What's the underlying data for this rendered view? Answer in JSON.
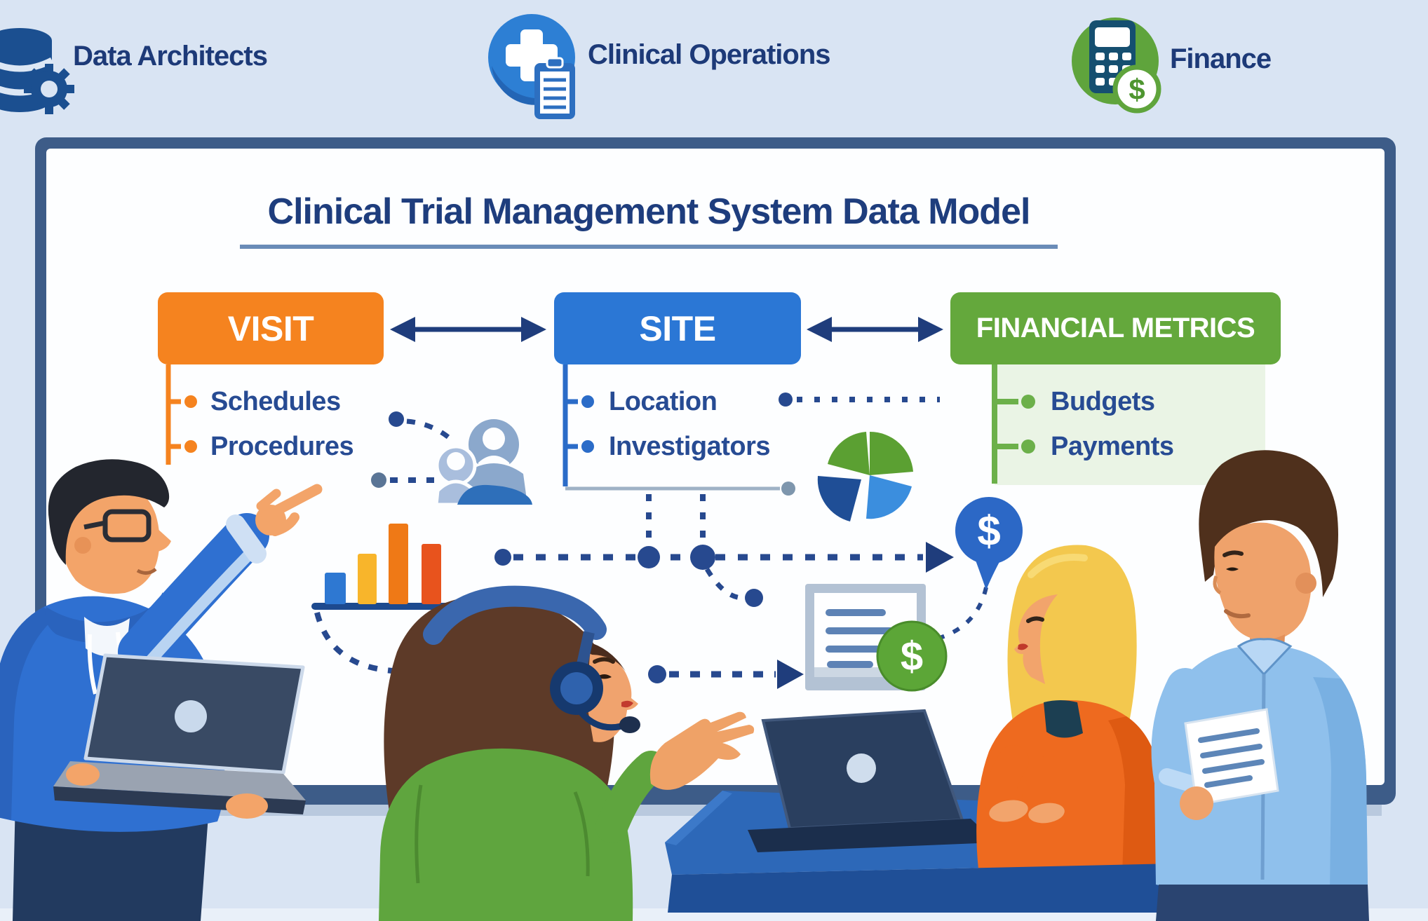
{
  "header": {
    "roles": [
      {
        "id": "data-architects",
        "label": "Data Architects",
        "icon": "database-gear-icon"
      },
      {
        "id": "clinical-operations",
        "label": "Clinical Operations",
        "icon": "medical-cross-clipboard-icon"
      },
      {
        "id": "finance",
        "label": "Finance",
        "icon": "calculator-dollar-icon"
      }
    ]
  },
  "board": {
    "title": "Clinical Trial Management System Data Model",
    "entities": [
      {
        "name": "VISIT",
        "color": "#f5831f",
        "attributes": [
          {
            "label": "Schedules"
          },
          {
            "label": "Procedures"
          }
        ]
      },
      {
        "name": "SITE",
        "color": "#2b77d5",
        "attributes": [
          {
            "label": "Location"
          },
          {
            "label": "Investigators"
          }
        ]
      },
      {
        "name": "FINANCIAL METRICS",
        "color": "#64a83c",
        "attributes": [
          {
            "label": "Budgets"
          },
          {
            "label": "Payments"
          }
        ]
      }
    ],
    "relationships": [
      {
        "from": "VISIT",
        "to": "SITE",
        "type": "bidirectional-arrow"
      },
      {
        "from": "SITE",
        "to": "FINANCIAL METRICS",
        "type": "bidirectional-arrow"
      }
    ]
  },
  "symbols": {
    "dollar": "$"
  },
  "colors": {
    "background": "#d9e4f3",
    "board_frame": "#3d5c88",
    "navy_text": "#1e3d7d",
    "attribute_text": "#274b93",
    "visit_accent": "#f5831f",
    "site_accent": "#2b6cc8",
    "finance_accent": "#6cb04a",
    "connector_dashed": "#27498f"
  },
  "illustrations": {
    "bar_chart_colors": [
      "#2e78d2",
      "#f8b52b",
      "#ef7916",
      "#e8531d"
    ],
    "pie_chart_colors": [
      "#5ba032",
      "#5ba032",
      "#1f4e96",
      "#3b8ede"
    ],
    "dollar_bubble_color": "#2c68c6",
    "dollar_coin_color": "#5ca637"
  }
}
